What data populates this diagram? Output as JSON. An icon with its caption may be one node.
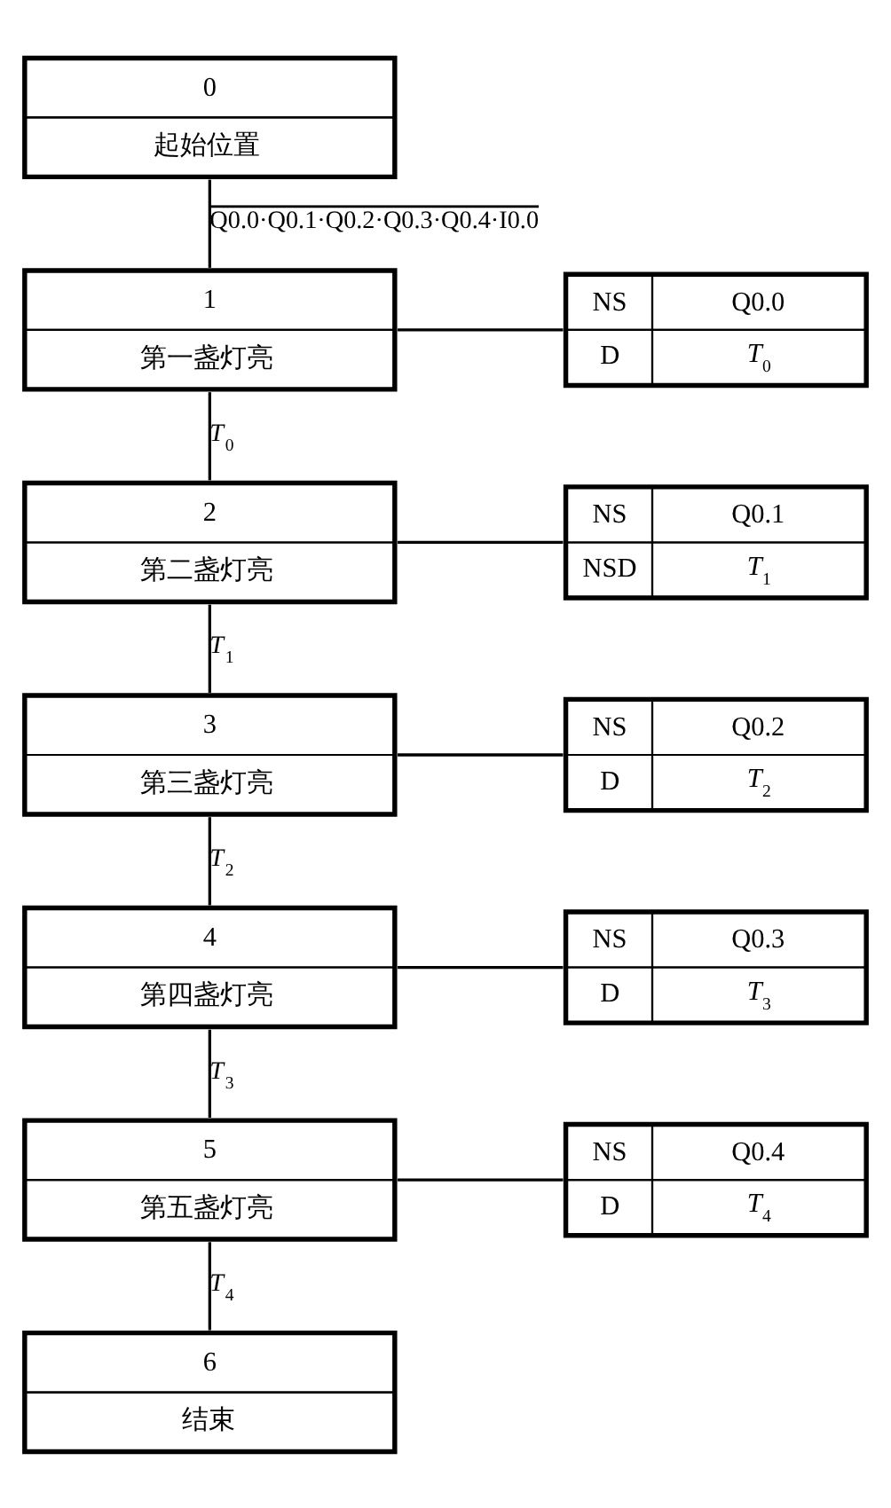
{
  "diagram": {
    "nodes": [
      {
        "text": [
          "0",
          "起始位置"
        ]
      },
      {
        "text": [
          "1",
          "第一盏灯亮"
        ]
      },
      {
        "text": [
          "NS",
          "Q0.0",
          "D",
          "*T*$_{0}$"
        ]
      },
      {
        "text": [
          "2",
          "第二盏灯亮"
        ]
      },
      {
        "text": [
          "NS",
          "Q0.1",
          "NSD",
          "*T*$_{1}$"
        ]
      },
      {
        "text": [
          "3",
          "第三盏灯亮"
        ]
      },
      {
        "text": [
          "NS",
          "Q0.2",
          "D",
          "*T*$_{2}$"
        ]
      },
      {
        "text": [
          "4",
          "第四盏灯亮"
        ]
      },
      {
        "text": [
          "NS",
          "Q0.3",
          "D",
          "*T*$_{3}$"
        ]
      },
      {
        "text": [
          "5",
          "第五盏灯亮"
        ]
      },
      {
        "text": [
          "NS",
          "Q0.4",
          "D",
          "*T*$_{4}$"
        ]
      },
      {
        "text": [
          "6",
          "结束"
        ]
      }
    ],
    "edges": [
      {
        "from": 0,
        "to": 1,
        "arrow": "none",
        "label": "Q0.0·Q0.1·Q0.2·Q0.3·Q0.4·I0.0"
      },
      {
        "from": 1,
        "to": 2,
        "arrow": "none"
      },
      {
        "from": 1,
        "to": 3,
        "arrow": "none",
        "label": "*T*$_{0}$"
      },
      {
        "from": 3,
        "to": 4,
        "arrow": "none"
      },
      {
        "from": 3,
        "to": 5,
        "arrow": "none",
        "label": "*T*$_{1}$"
      },
      {
        "from": 5,
        "to": 6,
        "arrow": "none"
      },
      {
        "from": 5,
        "to": 7,
        "arrow": "none",
        "label": "*T*$_{2}$"
      },
      {
        "from": 7,
        "to": 8,
        "arrow": "none"
      },
      {
        "from": 7,
        "to": 9,
        "arrow": "none",
        "label": "*T*$_{3}$"
      },
      {
        "from": 9,
        "to": 10,
        "arrow": "none"
      },
      {
        "from": 9,
        "to": 11,
        "arrow": "none",
        "label": "*T*$_{4}$"
      }
    ]
  }
}
